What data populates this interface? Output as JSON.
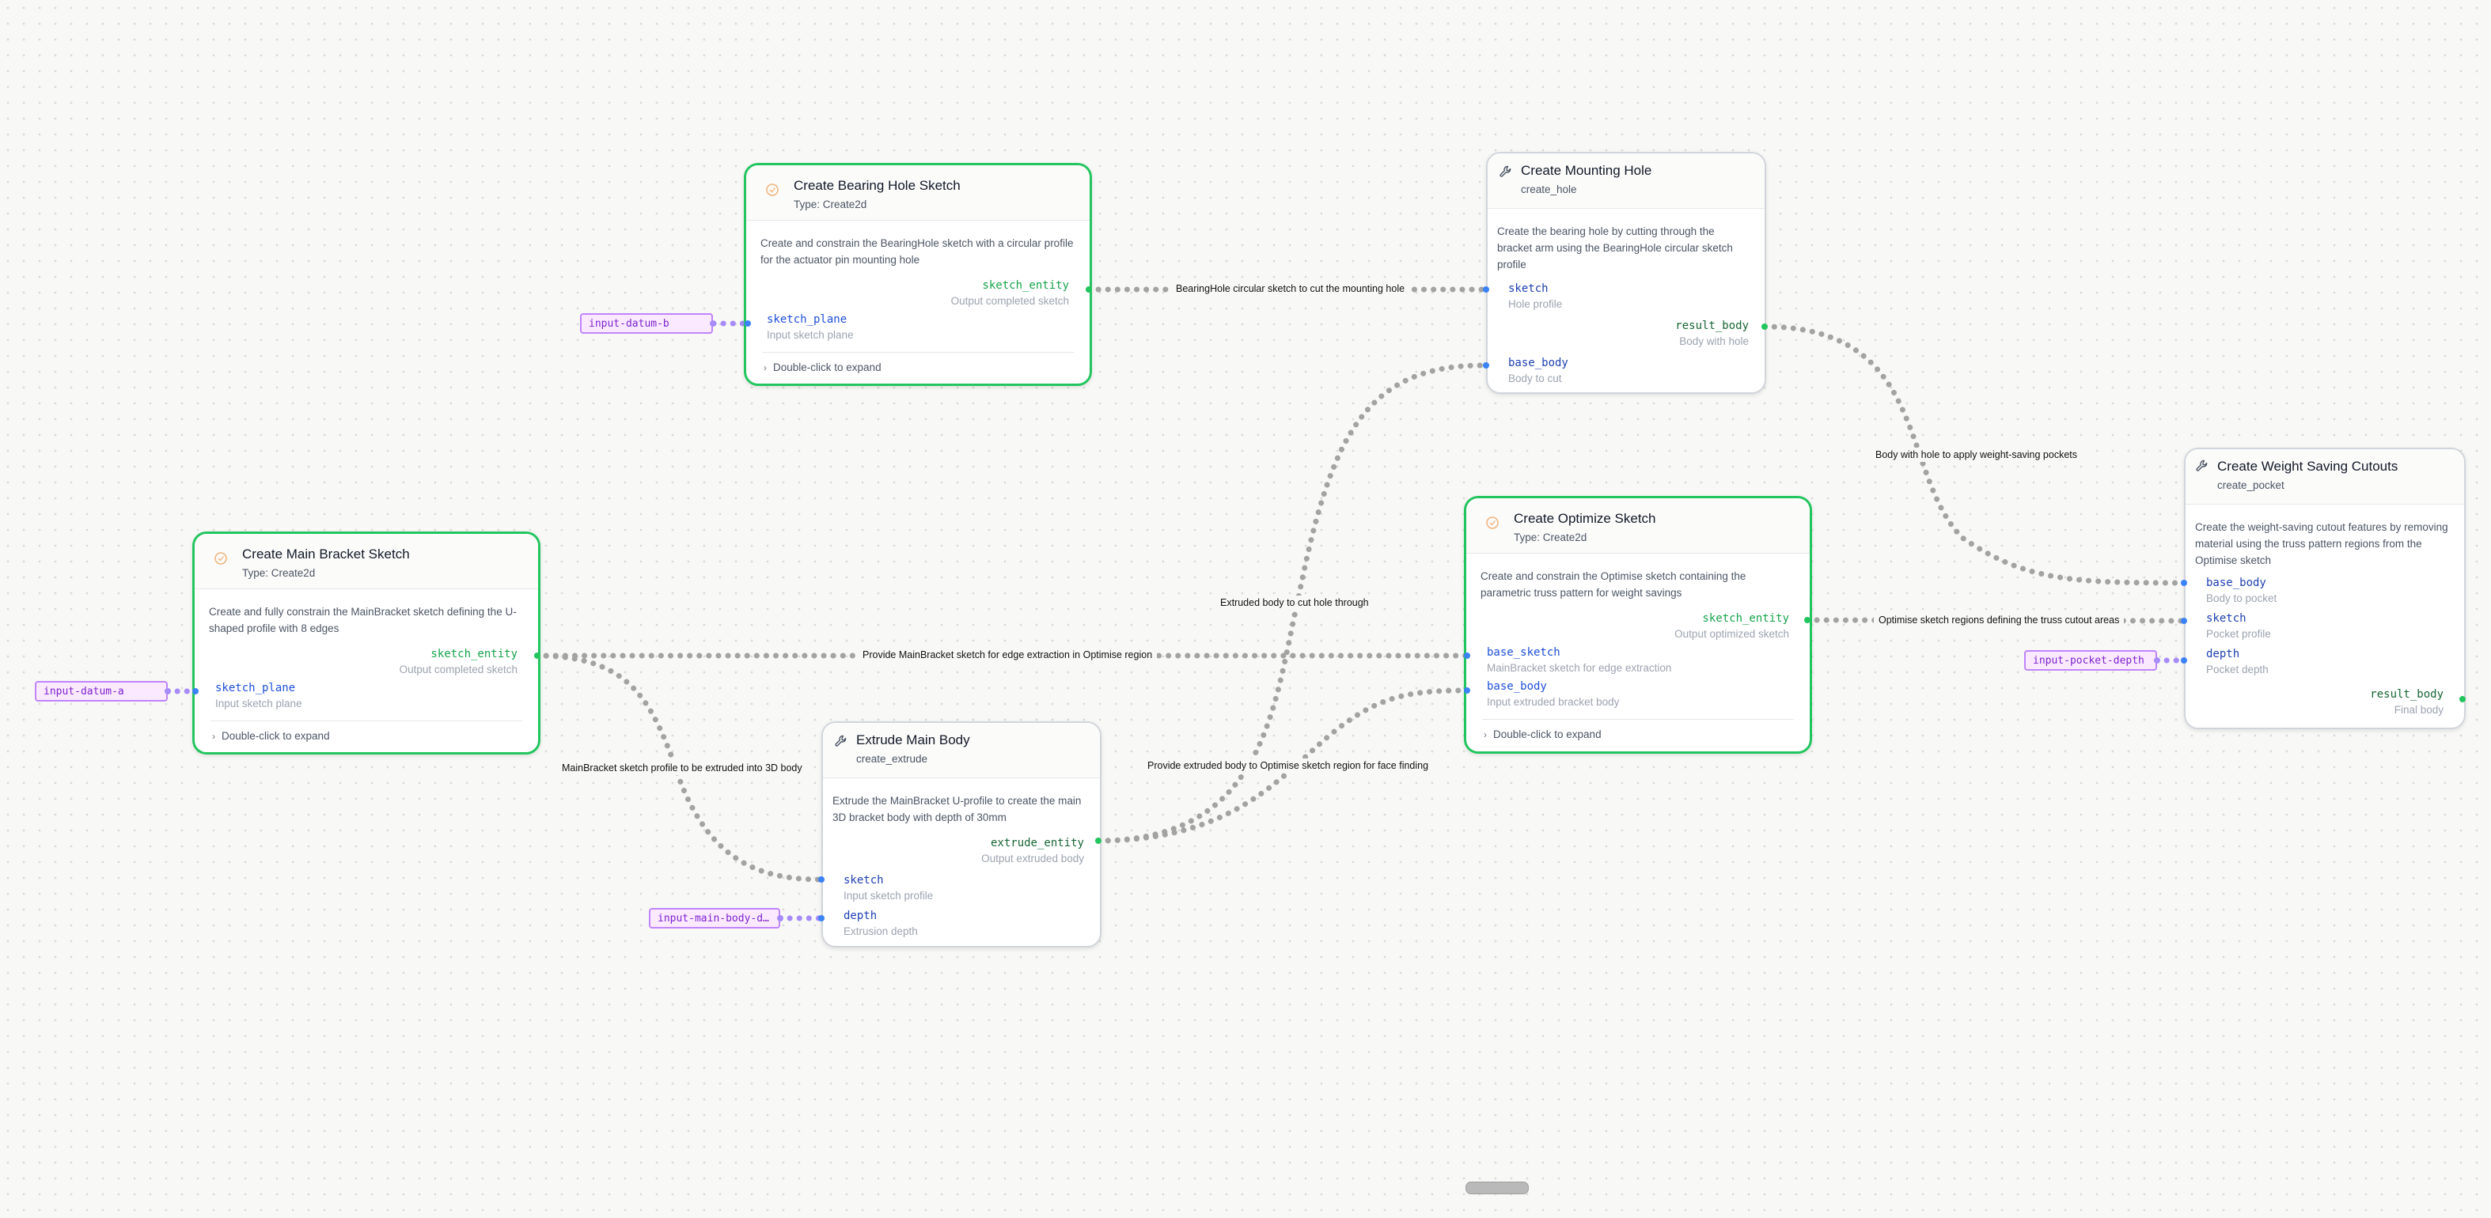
{
  "nodes": {
    "bearing_hole_sketch": {
      "title": "Create Bearing Hole Sketch",
      "subtitle": "Type: Create2d",
      "description": "Create and constrain the BearingHole sketch with a circular profile for the actuator pin mounting hole",
      "out_name": "sketch_entity",
      "out_desc": "Output completed sketch",
      "in1_name": "sketch_plane",
      "in1_desc": "Input sketch plane",
      "expand": "Double-click to expand"
    },
    "mounting_hole": {
      "title": "Create Mounting Hole",
      "subtitle": "create_hole",
      "description": "Create the bearing hole by cutting through the bracket arm using the BearingHole circular sketch profile",
      "in1_name": "sketch",
      "in1_desc": "Hole profile",
      "out_name": "result_body",
      "out_desc": "Body with hole",
      "in2_name": "base_body",
      "in2_desc": "Body to cut"
    },
    "main_bracket_sketch": {
      "title": "Create Main Bracket Sketch",
      "subtitle": "Type: Create2d",
      "description": "Create and fully constrain the MainBracket sketch defining the U-shaped profile with 8 edges",
      "out_name": "sketch_entity",
      "out_desc": "Output completed sketch",
      "in1_name": "sketch_plane",
      "in1_desc": "Input sketch plane",
      "expand": "Double-click to expand"
    },
    "extrude_main_body": {
      "title": "Extrude Main Body",
      "subtitle": "create_extrude",
      "description": "Extrude the MainBracket U-profile to create the main 3D bracket body with depth of 30mm",
      "out_name": "extrude_entity",
      "out_desc": "Output extruded body",
      "in1_name": "sketch",
      "in1_desc": "Input sketch profile",
      "in2_name": "depth",
      "in2_desc": "Extrusion depth"
    },
    "optimize_sketch": {
      "title": "Create Optimize Sketch",
      "subtitle": "Type: Create2d",
      "description": "Create and constrain the Optimise sketch containing the parametric truss pattern for weight savings",
      "out_name": "sketch_entity",
      "out_desc": "Output optimized sketch",
      "in1_name": "base_sketch",
      "in1_desc": "MainBracket sketch for edge extraction",
      "in2_name": "base_body",
      "in2_desc": "Input extruded bracket body",
      "expand": "Double-click to expand"
    },
    "weight_saving_cutouts": {
      "title": "Create Weight Saving Cutouts",
      "subtitle": "create_pocket",
      "description": "Create the weight-saving cutout features by removing material using the truss pattern regions from the Optimise sketch",
      "in1_name": "base_body",
      "in1_desc": "Body to pocket",
      "in2_name": "sketch",
      "in2_desc": "Pocket profile",
      "in3_name": "depth",
      "in3_desc": "Pocket depth",
      "out_name": "result_body",
      "out_desc": "Final body"
    }
  },
  "inputs": {
    "datum_b": "input-datum-b",
    "datum_a": "input-datum-a",
    "main_body_depth": "input-main-body-d…",
    "pocket_depth": "input-pocket-depth"
  },
  "edge_labels": {
    "bearing_to_hole": "BearingHole circular sketch to cut the mounting hole",
    "hole_to_cutouts": "Body with hole to apply weight-saving pockets",
    "extrude_to_hole": "Extruded body to cut hole through",
    "main_to_optimize": "Provide MainBracket sketch for edge extraction in Optimise region",
    "optimize_to_cutouts": "Optimise sketch regions defining the truss cutout areas",
    "main_to_extrude": "MainBracket sketch profile to be extruded into 3D body",
    "extrude_to_optimize": "Provide extruded body to Optimise sketch region for face finding"
  },
  "colors": {
    "selected_border": "#22c55e",
    "input_port": "#3b82f6",
    "output_port": "#22c55e",
    "param_input": "#c084fc"
  }
}
